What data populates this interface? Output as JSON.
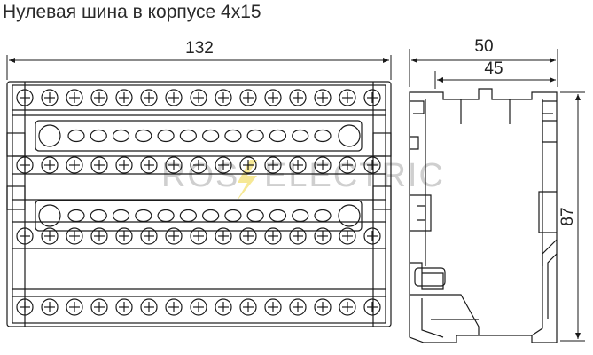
{
  "title": "Нулевая шина в корпусе 4x15",
  "dimensions": {
    "width_total": "132",
    "depth_total": "50",
    "depth_rail": "45",
    "height_total": "87"
  },
  "watermark": {
    "left": "ROS",
    "right": "ELECTRIC"
  },
  "rows": {
    "screw_rows": 4,
    "screws_per_row": 15,
    "hole_rows": 2,
    "holes_per_row": 12
  },
  "colors": {
    "line": "#1a1a1a",
    "watermark": "#cfcfcf",
    "bolt": "#f4e27a"
  }
}
